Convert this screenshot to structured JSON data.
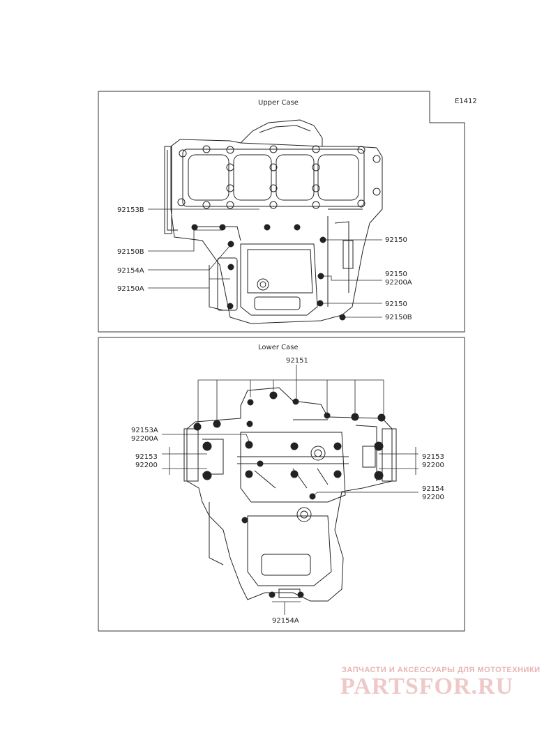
{
  "diagram": {
    "code": "E1412",
    "upper_title": "Upper Case",
    "lower_title": "Lower Case",
    "upper_labels": {
      "u_92153b": "92153B",
      "u_92150b_left": "92150B",
      "u_92154a": "92154A",
      "u_92150a": "92150A",
      "u_92150_r1": "92150",
      "u_92150_r2": "92150",
      "u_92200a_r2": "92200A",
      "u_92150_r3": "92150",
      "u_92150b_right": "92150B"
    },
    "lower_labels": {
      "l_92151": "92151",
      "l_92153a": "92153A",
      "l_92200a": "92200A",
      "l_92153_left": "92153",
      "l_92200_left": "92200",
      "l_92153_right": "92153",
      "l_92200_right": "92200",
      "l_92154": "92154",
      "l_92200_r2": "92200",
      "l_92154a": "92154A"
    }
  },
  "watermark": {
    "tagline": "ЗАПЧАСТИ И АКСЕССУАРЫ ДЛЯ МОТОТЕХНИКИ",
    "logo": "PARTSFOR.RU"
  }
}
